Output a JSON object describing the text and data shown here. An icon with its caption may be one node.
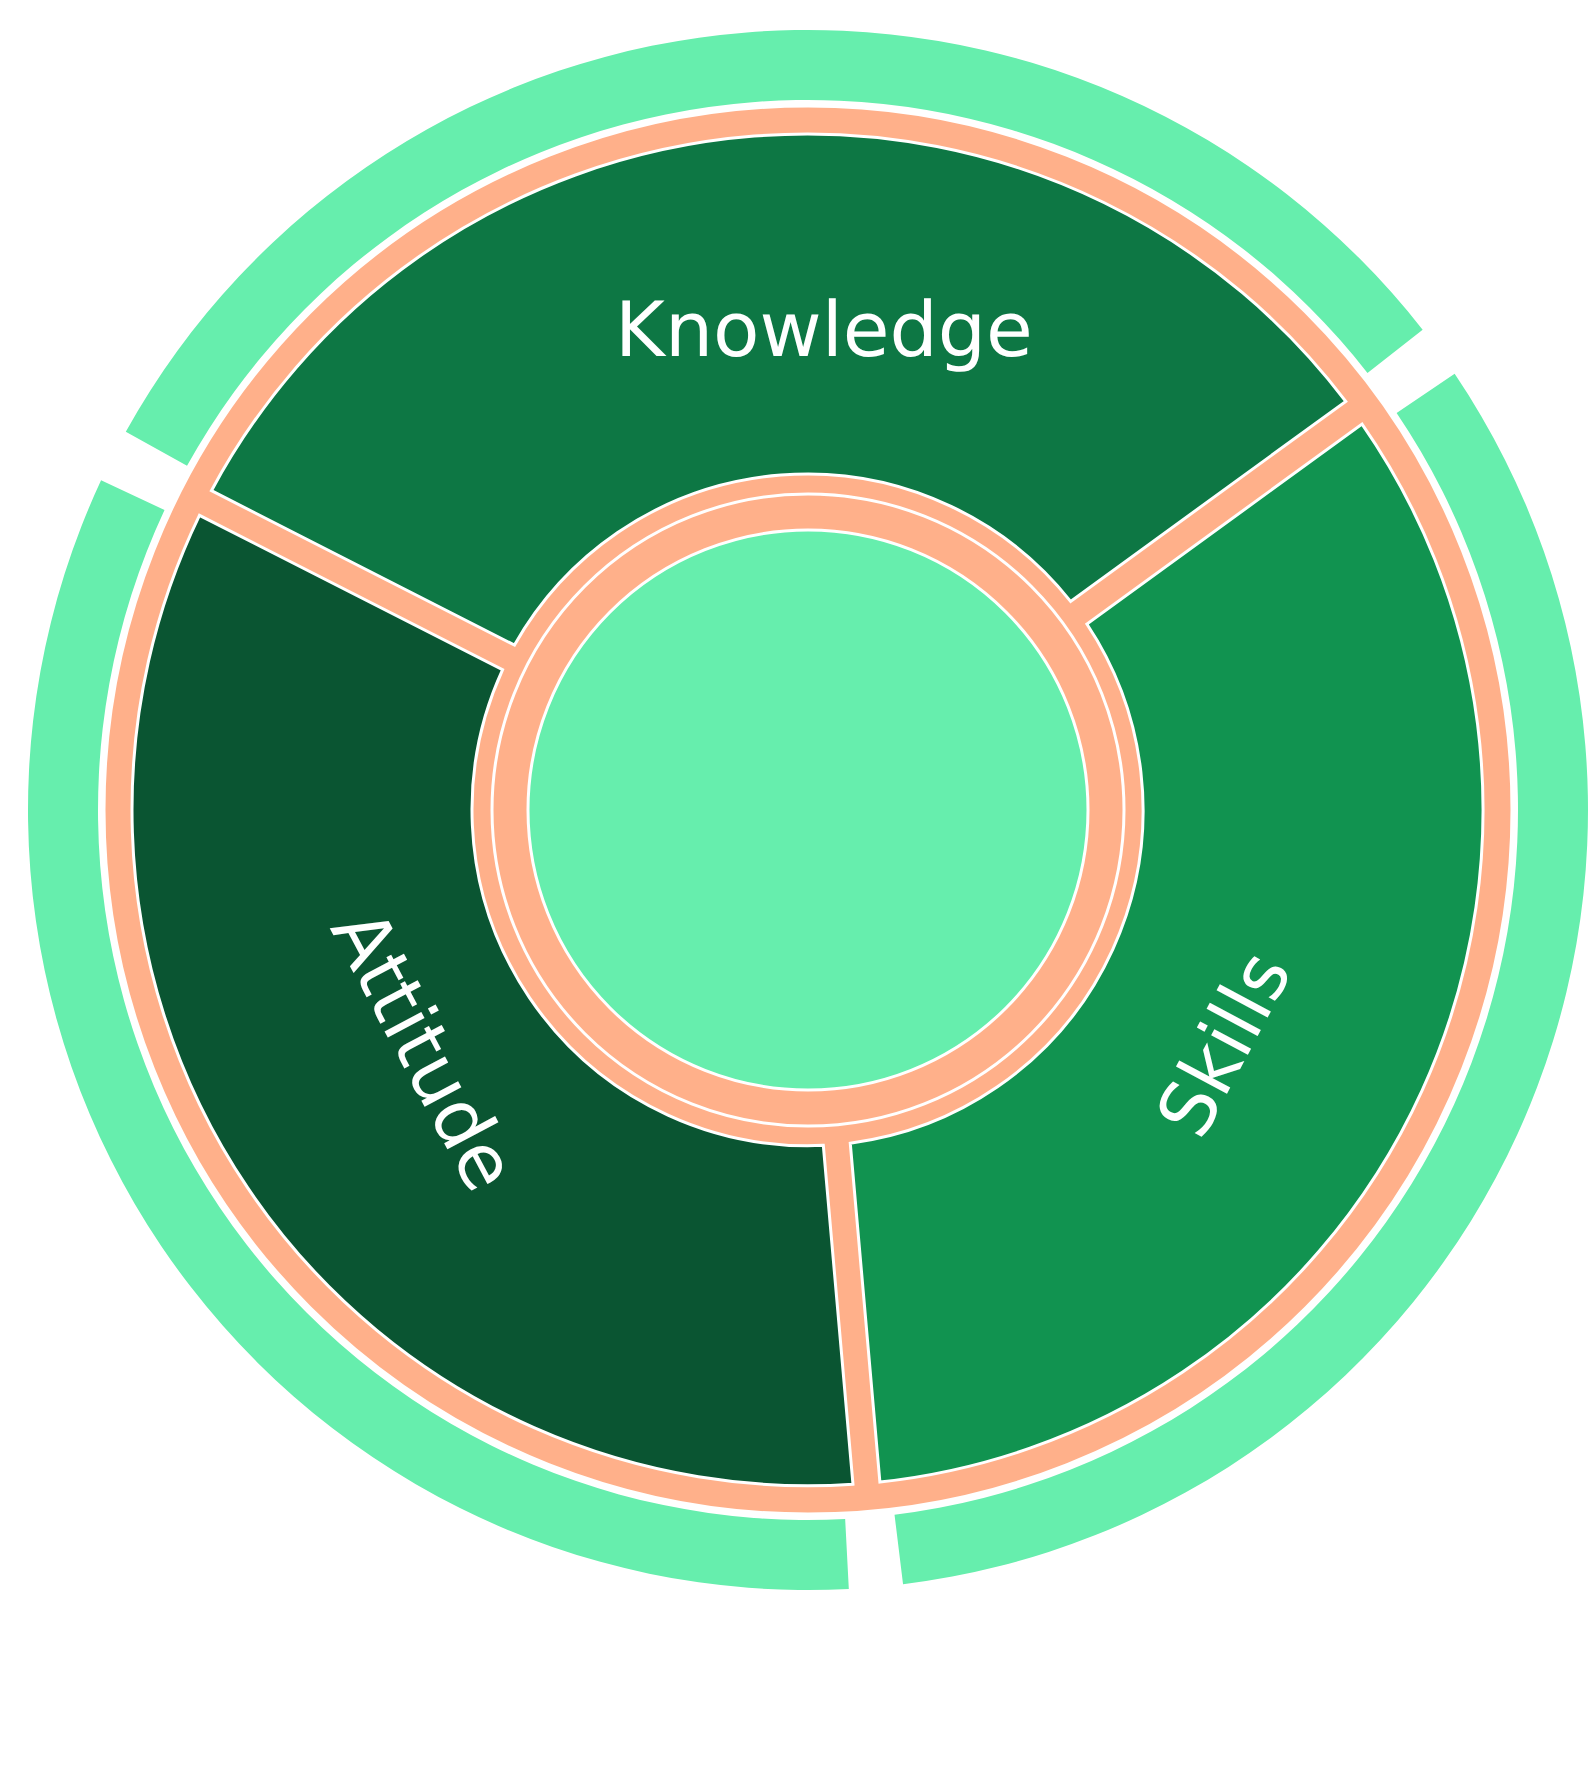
{
  "diagram": {
    "nodes": [
      {
        "text": [
          "Knowledge"
        ]
      },
      {
        "text": [
          "Attitude"
        ]
      },
      {
        "text": [
          "Skills"
        ]
      },
      {
        "text": [],
        "shape": "circle"
      }
    ]
  }
}
